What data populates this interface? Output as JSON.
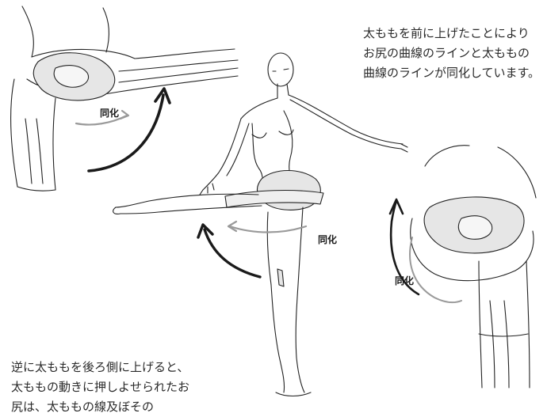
{
  "note_top": {
    "lines": [
      "太ももを前に上げたことにより",
      "お尻の曲線のラインと太ももの",
      "曲線のラインが同化しています。"
    ]
  },
  "note_bottom": {
    "lines": [
      "逆に太ももを後ろ側に上げると、",
      "太ももの動きに押しよせられたお",
      "尻は、太ももの線及ぼその"
    ]
  },
  "labels": {
    "top_left": "同化",
    "center": "同化",
    "right": "同化"
  },
  "colors": {
    "ink": "#222222",
    "arrow_dark": "#1a1a1a",
    "arrow_gray": "#9a9a9a",
    "pelvis_fill": "#e6e6e6"
  }
}
